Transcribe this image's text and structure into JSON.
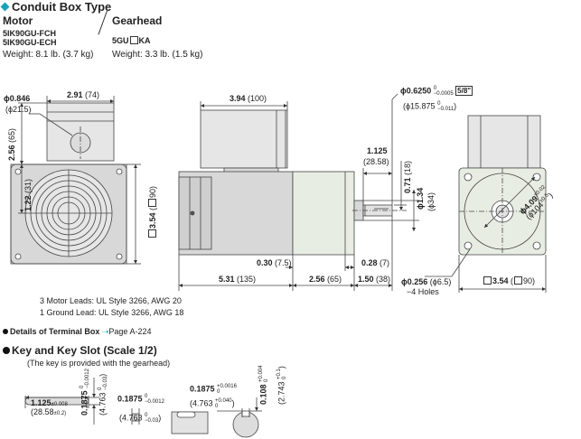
{
  "header": {
    "title": "Conduit Box Type",
    "motor_heading": "Motor",
    "gearhead_heading": "Gearhead",
    "motor_models": [
      "5IK90GU-FCH",
      "5IK90GU-ECH"
    ],
    "motor_weight": "Weight: 8.1 lb. (3.7 kg)",
    "gearhead_model_prefix": "5GU",
    "gearhead_model_suffix": "KA",
    "gearhead_weight": "Weight: 3.3 lb. (1.5 kg)"
  },
  "left_view": {
    "conduit_hole": "ϕ0.846",
    "conduit_hole_mm": "(ϕ21.5)",
    "box_width": "2.91",
    "box_width_mm": "(74)",
    "box_height": "2.56",
    "box_height_mm": "(65)",
    "center_height": "1.22",
    "center_height_mm": "(31)",
    "square": "3.54",
    "square_mm": "90)"
  },
  "side_view": {
    "box_length": "3.94",
    "box_length_mm": "(100)",
    "shaft_dim_a": "1.125",
    "shaft_dim_a_mm": "(28.58)",
    "shaft_dia_top": "ϕ0.6250",
    "shaft_tol_top_upper": "0",
    "shaft_tol_top_lower": "−0.0005",
    "shaft_frac": "5/8\"",
    "shaft_dia_mm": "(ϕ15.875",
    "shaft_tol_mm_upper": "0",
    "shaft_tol_mm_lower": "−0.011",
    "shaft_tol_mm_close": ")",
    "dim_071": "0.71",
    "dim_071_mm": "(18)",
    "dim_134": "ϕ1.34",
    "dim_134_mm": "(ϕ34)",
    "dim_030": "0.30",
    "dim_030_mm": "(7.5)",
    "dim_028": "0.28",
    "dim_028_mm": "(7)",
    "motor_length": "5.31",
    "motor_length_mm": "(135)",
    "gear_length": "2.56",
    "gear_length_mm": "(65)",
    "shaft_length": "1.50",
    "shaft_length_mm": "(38)"
  },
  "right_view": {
    "pcd": "ϕ4.09",
    "pcd_tol": "±0.02",
    "pcd_mm": "(ϕ104",
    "pcd_mm_tol": "±0.5",
    "pcd_mm_close": ")",
    "holes": "ϕ0.256",
    "holes_mm": "(ϕ6.5)",
    "holes_count": "−4 Holes",
    "square": "3.54",
    "square_mm": "90)"
  },
  "notes": {
    "leads_1": "3 Motor Leads: UL Style 3266, AWG 20",
    "leads_2": "1 Ground Lead: UL Style 3266, AWG 18",
    "terminal_details": "Details of Terminal Box",
    "terminal_page": "Page A-224"
  },
  "key": {
    "title": "Key and Key Slot (Scale 1/2)",
    "subtitle": "(The key is provided with the gearhead)",
    "key_len": "1.125",
    "key_len_tol": "±0.008",
    "key_len_mm": "(28.58",
    "key_len_mm_tol": "±0.2)",
    "key_h": "0.1875",
    "key_h_upper": "0",
    "key_h_lower": "−0.0012",
    "key_h_mm": "(4.763",
    "key_h_mm_upper": "0",
    "key_h_mm_lower": "−0.03",
    "key_h_mm_close": ")",
    "key_w": "0.1875",
    "key_w_upper": "0",
    "key_w_lower": "−0.0012",
    "key_w_mm": "(4.763",
    "key_w_mm_upper": "0",
    "key_w_mm_lower": "−0.03",
    "key_w_mm_close": ")",
    "slot_w": "0.1875",
    "slot_w_upper": "+0.0016",
    "slot_w_lower": "0",
    "slot_w_mm": "(4.763",
    "slot_w_mm_upper": "+0.040",
    "slot_w_mm_lower": "0",
    "slot_w_mm_close": ")",
    "slot_d": "0.108",
    "slot_d_upper": "+0.004",
    "slot_d_lower": "0",
    "slot_d_mm": "(2.743",
    "slot_d_mm_upper": "+0.1",
    "slot_d_mm_lower": "0",
    "slot_d_mm_close": ")"
  }
}
